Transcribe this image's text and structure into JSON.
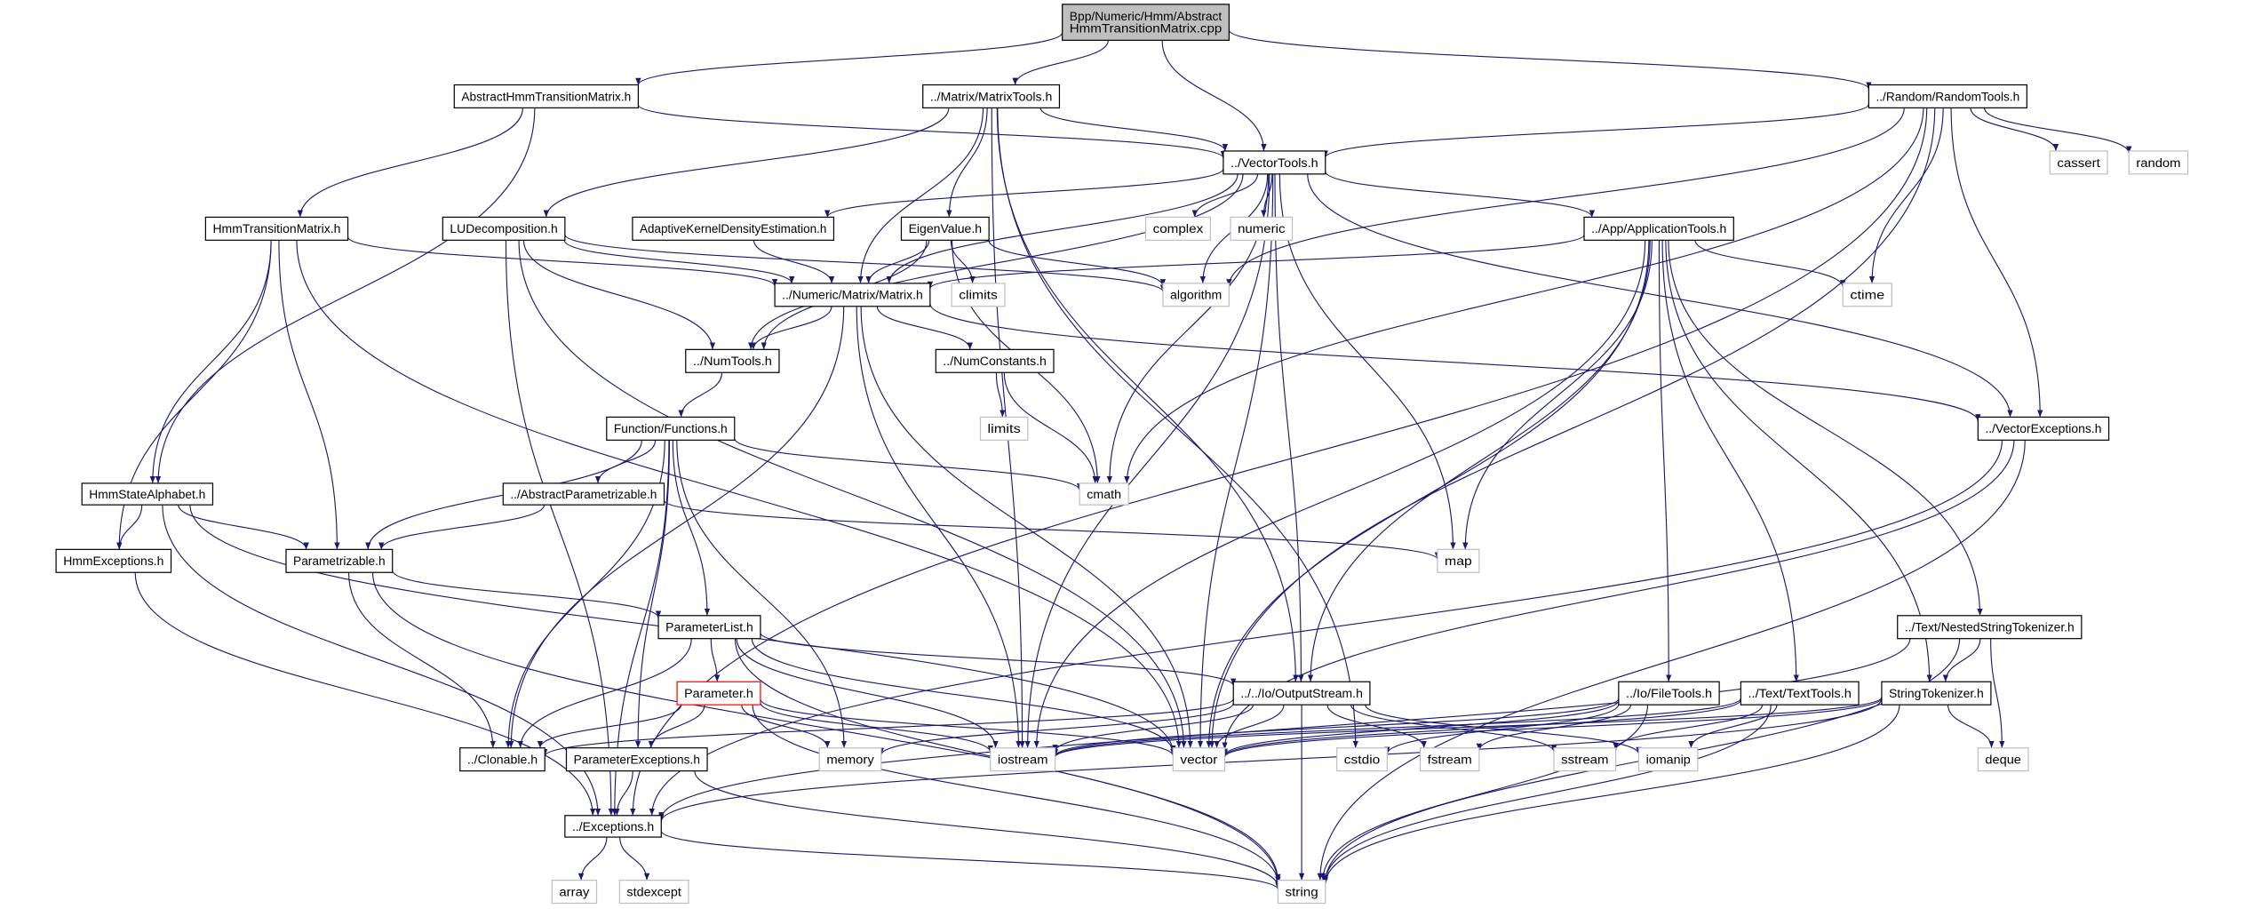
{
  "graph": {
    "edge_color": "#191970",
    "source_fill": "#bfbfbf",
    "highlight_border": "#ff0000",
    "nodes": [
      {
        "id": "root",
        "lines": [
          "Bpp/Numeric/Hmm/Abstract",
          "HmmTransitionMatrix.cpp"
        ],
        "kind": "source"
      },
      {
        "id": "abshmm",
        "lines": [
          "AbstractHmmTransitionMatrix.h"
        ],
        "kind": "local"
      },
      {
        "id": "matrixtools",
        "lines": [
          "../Matrix/MatrixTools.h"
        ],
        "kind": "local"
      },
      {
        "id": "randomtools",
        "lines": [
          "../Random/RandomTools.h"
        ],
        "kind": "local"
      },
      {
        "id": "vectortools",
        "lines": [
          "../VectorTools.h"
        ],
        "kind": "local"
      },
      {
        "id": "cassert",
        "lines": [
          "cassert"
        ],
        "kind": "system"
      },
      {
        "id": "random",
        "lines": [
          "random"
        ],
        "kind": "system"
      },
      {
        "id": "hmmtm",
        "lines": [
          "HmmTransitionMatrix.h"
        ],
        "kind": "local"
      },
      {
        "id": "lud",
        "lines": [
          "LUDecomposition.h"
        ],
        "kind": "local"
      },
      {
        "id": "akde",
        "lines": [
          "AdaptiveKernelDensityEstimation.h"
        ],
        "kind": "local"
      },
      {
        "id": "eigen",
        "lines": [
          "EigenValue.h"
        ],
        "kind": "local"
      },
      {
        "id": "complex",
        "lines": [
          "complex"
        ],
        "kind": "system"
      },
      {
        "id": "numeric",
        "lines": [
          "numeric"
        ],
        "kind": "system"
      },
      {
        "id": "apptools",
        "lines": [
          "../App/ApplicationTools.h"
        ],
        "kind": "local"
      },
      {
        "id": "matrix",
        "lines": [
          "../Numeric/Matrix/Matrix.h"
        ],
        "kind": "local"
      },
      {
        "id": "climits",
        "lines": [
          "climits"
        ],
        "kind": "system"
      },
      {
        "id": "algorithm",
        "lines": [
          "algorithm"
        ],
        "kind": "system"
      },
      {
        "id": "ctime",
        "lines": [
          "ctime"
        ],
        "kind": "system"
      },
      {
        "id": "numtools",
        "lines": [
          "../NumTools.h"
        ],
        "kind": "local"
      },
      {
        "id": "numconst",
        "lines": [
          "../NumConstants.h"
        ],
        "kind": "local"
      },
      {
        "id": "limits",
        "lines": [
          "limits"
        ],
        "kind": "system"
      },
      {
        "id": "functions",
        "lines": [
          "Function/Functions.h"
        ],
        "kind": "local"
      },
      {
        "id": "vecexc",
        "lines": [
          "../VectorExceptions.h"
        ],
        "kind": "local"
      },
      {
        "id": "cmath",
        "lines": [
          "cmath"
        ],
        "kind": "system"
      },
      {
        "id": "hmmsa",
        "lines": [
          "HmmStateAlphabet.h"
        ],
        "kind": "local"
      },
      {
        "id": "absparam",
        "lines": [
          "../AbstractParametrizable.h"
        ],
        "kind": "local"
      },
      {
        "id": "map",
        "lines": [
          "map"
        ],
        "kind": "system"
      },
      {
        "id": "hmmexc",
        "lines": [
          "HmmExceptions.h"
        ],
        "kind": "local"
      },
      {
        "id": "parametrizable",
        "lines": [
          "Parametrizable.h"
        ],
        "kind": "local"
      },
      {
        "id": "nested",
        "lines": [
          "../Text/NestedStringTokenizer.h"
        ],
        "kind": "local"
      },
      {
        "id": "paramlist",
        "lines": [
          "ParameterList.h"
        ],
        "kind": "local"
      },
      {
        "id": "parameter",
        "lines": [
          "Parameter.h"
        ],
        "kind": "highlight"
      },
      {
        "id": "outstream",
        "lines": [
          "../../Io/OutputStream.h"
        ],
        "kind": "local"
      },
      {
        "id": "filetools",
        "lines": [
          "../Io/FileTools.h"
        ],
        "kind": "local"
      },
      {
        "id": "texttools",
        "lines": [
          "../Text/TextTools.h"
        ],
        "kind": "local"
      },
      {
        "id": "strtok",
        "lines": [
          "StringTokenizer.h"
        ],
        "kind": "local"
      },
      {
        "id": "clonable",
        "lines": [
          "../Clonable.h"
        ],
        "kind": "local"
      },
      {
        "id": "paramexc",
        "lines": [
          "ParameterExceptions.h"
        ],
        "kind": "local"
      },
      {
        "id": "memory",
        "lines": [
          "memory"
        ],
        "kind": "system"
      },
      {
        "id": "iostream",
        "lines": [
          "iostream"
        ],
        "kind": "system"
      },
      {
        "id": "vector",
        "lines": [
          "vector"
        ],
        "kind": "system"
      },
      {
        "id": "cstdio",
        "lines": [
          "cstdio"
        ],
        "kind": "system"
      },
      {
        "id": "fstream",
        "lines": [
          "fstream"
        ],
        "kind": "system"
      },
      {
        "id": "sstream",
        "lines": [
          "sstream"
        ],
        "kind": "system"
      },
      {
        "id": "iomanip",
        "lines": [
          "iomanip"
        ],
        "kind": "system"
      },
      {
        "id": "deque",
        "lines": [
          "deque"
        ],
        "kind": "system"
      },
      {
        "id": "exceptions",
        "lines": [
          "../Exceptions.h"
        ],
        "kind": "local"
      },
      {
        "id": "array",
        "lines": [
          "array"
        ],
        "kind": "system"
      },
      {
        "id": "stdexcept",
        "lines": [
          "stdexcept"
        ],
        "kind": "system"
      },
      {
        "id": "string",
        "lines": [
          "string"
        ],
        "kind": "system"
      }
    ],
    "edges": [
      [
        "root",
        "abshmm"
      ],
      [
        "root",
        "matrixtools"
      ],
      [
        "root",
        "vectortools"
      ],
      [
        "root",
        "randomtools"
      ],
      [
        "abshmm",
        "hmmtm"
      ],
      [
        "abshmm",
        "hmmsa"
      ],
      [
        "abshmm",
        "vectortools"
      ],
      [
        "matrixtools",
        "vectortools"
      ],
      [
        "matrixtools",
        "lud"
      ],
      [
        "matrixtools",
        "eigen"
      ],
      [
        "matrixtools",
        "matrix"
      ],
      [
        "matrixtools",
        "outstream"
      ],
      [
        "matrixtools",
        "cstdio"
      ],
      [
        "matrixtools",
        "iostream"
      ],
      [
        "randomtools",
        "vectortools"
      ],
      [
        "randomtools",
        "algorithm"
      ],
      [
        "randomtools",
        "ctime"
      ],
      [
        "randomtools",
        "cmath"
      ],
      [
        "randomtools",
        "vector"
      ],
      [
        "randomtools",
        "vecexc"
      ],
      [
        "randomtools",
        "exceptions"
      ],
      [
        "randomtools",
        "cassert"
      ],
      [
        "randomtools",
        "random"
      ],
      [
        "vectortools",
        "akde"
      ],
      [
        "vectortools",
        "matrix"
      ],
      [
        "vectortools",
        "numtools"
      ],
      [
        "vectortools",
        "complex"
      ],
      [
        "vectortools",
        "numeric"
      ],
      [
        "vectortools",
        "algorithm"
      ],
      [
        "vectortools",
        "cmath"
      ],
      [
        "vectortools",
        "map"
      ],
      [
        "vectortools",
        "vector"
      ],
      [
        "vectortools",
        "iostream"
      ],
      [
        "vectortools",
        "outstream"
      ],
      [
        "vectortools",
        "apptools"
      ],
      [
        "vectortools",
        "vecexc"
      ],
      [
        "hmmtm",
        "matrix"
      ],
      [
        "hmmtm",
        "hmmsa"
      ],
      [
        "hmmtm",
        "hmmexc"
      ],
      [
        "hmmtm",
        "parametrizable"
      ],
      [
        "hmmtm",
        "vector"
      ],
      [
        "lud",
        "matrix"
      ],
      [
        "lud",
        "numtools"
      ],
      [
        "lud",
        "algorithm"
      ],
      [
        "lud",
        "vector"
      ],
      [
        "lud",
        "exceptions"
      ],
      [
        "akde",
        "matrix"
      ],
      [
        "eigen",
        "matrix"
      ],
      [
        "eigen",
        "numtools"
      ],
      [
        "eigen",
        "algorithm"
      ],
      [
        "eigen",
        "climits"
      ],
      [
        "eigen",
        "cmath"
      ],
      [
        "apptools",
        "matrix"
      ],
      [
        "apptools",
        "ctime"
      ],
      [
        "apptools",
        "map"
      ],
      [
        "apptools",
        "outstream"
      ],
      [
        "apptools",
        "vector"
      ],
      [
        "apptools",
        "iostream"
      ],
      [
        "apptools",
        "filetools"
      ],
      [
        "apptools",
        "texttools"
      ],
      [
        "apptools",
        "strtok"
      ],
      [
        "apptools",
        "nested"
      ],
      [
        "matrix",
        "numtools"
      ],
      [
        "matrix",
        "numconst"
      ],
      [
        "matrix",
        "clonable"
      ],
      [
        "matrix",
        "iostream"
      ],
      [
        "matrix",
        "vector"
      ],
      [
        "matrix",
        "vecexc"
      ],
      [
        "numconst",
        "limits"
      ],
      [
        "numconst",
        "cmath"
      ],
      [
        "numtools",
        "functions"
      ],
      [
        "functions",
        "cmath"
      ],
      [
        "functions",
        "absparam"
      ],
      [
        "functions",
        "parametrizable"
      ],
      [
        "functions",
        "paramlist"
      ],
      [
        "functions",
        "paramexc"
      ],
      [
        "functions",
        "clonable"
      ],
      [
        "functions",
        "exceptions"
      ],
      [
        "functions",
        "memory"
      ],
      [
        "vecexc",
        "vector"
      ],
      [
        "vecexc",
        "exceptions"
      ],
      [
        "vecexc",
        "string"
      ],
      [
        "hmmsa",
        "hmmexc"
      ],
      [
        "hmmsa",
        "parametrizable"
      ],
      [
        "hmmsa",
        "exceptions"
      ],
      [
        "hmmsa",
        "vector"
      ],
      [
        "absparam",
        "parametrizable"
      ],
      [
        "absparam",
        "map"
      ],
      [
        "hmmexc",
        "exceptions"
      ],
      [
        "parametrizable",
        "paramlist"
      ],
      [
        "parametrizable",
        "clonable"
      ],
      [
        "parametrizable",
        "string"
      ],
      [
        "paramlist",
        "parameter"
      ],
      [
        "paramlist",
        "clonable"
      ],
      [
        "paramlist",
        "outstream"
      ],
      [
        "paramlist",
        "iostream"
      ],
      [
        "paramlist",
        "vector"
      ],
      [
        "paramlist",
        "string"
      ],
      [
        "parameter",
        "clonable"
      ],
      [
        "parameter",
        "paramexc"
      ],
      [
        "parameter",
        "memory"
      ],
      [
        "parameter",
        "iostream"
      ],
      [
        "parameter",
        "vector"
      ],
      [
        "parameter",
        "string"
      ],
      [
        "outstream",
        "clonable"
      ],
      [
        "outstream",
        "memory"
      ],
      [
        "outstream",
        "iostream"
      ],
      [
        "outstream",
        "string"
      ],
      [
        "outstream",
        "fstream"
      ],
      [
        "outstream",
        "sstream"
      ],
      [
        "outstream",
        "iomanip"
      ],
      [
        "outstream",
        "vector"
      ],
      [
        "filetools",
        "vector"
      ],
      [
        "filetools",
        "iostream"
      ],
      [
        "filetools",
        "fstream"
      ],
      [
        "filetools",
        "cstdio"
      ],
      [
        "filetools",
        "string"
      ],
      [
        "texttools",
        "vector"
      ],
      [
        "texttools",
        "iostream"
      ],
      [
        "texttools",
        "sstream"
      ],
      [
        "texttools",
        "iomanip"
      ],
      [
        "texttools",
        "string"
      ],
      [
        "strtok",
        "deque"
      ],
      [
        "strtok",
        "string"
      ],
      [
        "strtok",
        "vector"
      ],
      [
        "strtok",
        "iostream"
      ],
      [
        "strtok",
        "exceptions"
      ],
      [
        "nested",
        "strtok"
      ],
      [
        "nested",
        "deque"
      ],
      [
        "nested",
        "string"
      ],
      [
        "nested",
        "exceptions"
      ],
      [
        "paramexc",
        "exceptions"
      ],
      [
        "paramexc",
        "string"
      ],
      [
        "exceptions",
        "array"
      ],
      [
        "exceptions",
        "stdexcept"
      ],
      [
        "exceptions",
        "string"
      ]
    ]
  }
}
